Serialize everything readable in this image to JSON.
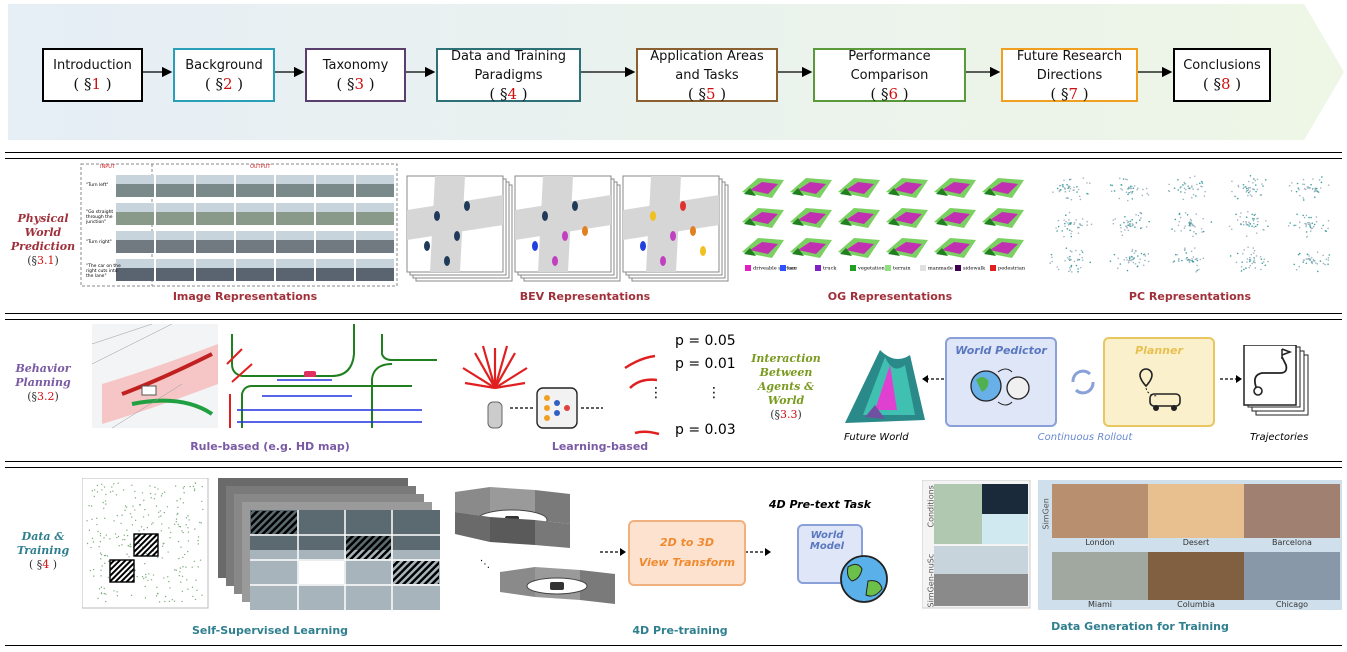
{
  "flow": [
    {
      "title": "Introduction",
      "num": "1",
      "color": "#000000",
      "fill": "#ffffff"
    },
    {
      "title": "Background",
      "num": "2",
      "color": "#2aa0b8",
      "fill": "#ffffff"
    },
    {
      "title": "Taxonomy",
      "num": "3",
      "color": "#5a3e6e",
      "fill": "#ffffff"
    },
    {
      "title": "Data and Training Paradigms",
      "num": "4",
      "color": "#2e7078",
      "fill": "#ffffff"
    },
    {
      "title": "Application Areas and Tasks",
      "num": "5",
      "color": "#8a6030",
      "fill": "#ffffff"
    },
    {
      "title": "Performance Comparison",
      "num": "6",
      "color": "#5a9a3a",
      "fill": "#ffffff"
    },
    {
      "title": "Future Research Directions",
      "num": "7",
      "color": "#f0a020",
      "fill": "#ffffff"
    },
    {
      "title": "Conclusions",
      "num": "8",
      "color": "#000000",
      "fill": "#ffffff"
    }
  ],
  "section_prefix": "§",
  "rows": {
    "physical": {
      "label_lines": [
        "Physical",
        "World",
        "Prediction"
      ],
      "ref": "3.1",
      "color": "#a0303a"
    },
    "behavior": {
      "label_lines": [
        "Behavior",
        "Planning"
      ],
      "ref": "3.2",
      "color": "#7a5aa5"
    },
    "data": {
      "label_lines": [
        "Data &",
        "Training"
      ],
      "ref": "4",
      "color": "#2f7f8f"
    }
  },
  "captions": {
    "image_rep": "Image Representations",
    "bev_rep": "BEV Representations",
    "og_rep": "OG Representations",
    "pc_rep": "PC Representations",
    "rule_based": "Rule-based (e.g. HD map)",
    "learning_based": "Learning-based",
    "ssl": "Self-Supervised Learning",
    "pretrain4d": "4D Pre-training",
    "datagen": "Data Generation for Training"
  },
  "image_rep_panel": {
    "input": "INPUT",
    "output": "OUTPUT",
    "prompts": [
      "\"Turn left\"",
      "\"Go straight through the junction\"",
      "\"Turn right\"",
      "\"The car on the right cuts into the lane\""
    ]
  },
  "og_legend": [
    {
      "label": "driveable surface",
      "color": "#e020c0"
    },
    {
      "label": "car",
      "color": "#3050ff"
    },
    {
      "label": "truck",
      "color": "#8020c0"
    },
    {
      "label": "vegetation",
      "color": "#20a020"
    },
    {
      "label": "terrain",
      "color": "#90e080"
    },
    {
      "label": "manmade",
      "color": "#e0e0e0"
    },
    {
      "label": "sidewalk",
      "color": "#400050"
    },
    {
      "label": "pedestrian",
      "color": "#e02020"
    }
  ],
  "probabilities": [
    "p = 0.05",
    "p = 0.01",
    "p = 0.03"
  ],
  "ellipsis": "⋮",
  "interaction": {
    "lines": [
      "Interaction",
      "Between",
      "Agents &",
      "World"
    ],
    "ref": "3.3",
    "color": "#7a9a20"
  },
  "future_world": "Future World",
  "world_predictor": "World Pedictor",
  "planner": "Planner",
  "continuous_rollout": "Continuous Rollout",
  "trajectories": "Trajectories",
  "pretext_title": "4D Pre-text Task",
  "view_transform": [
    "2D to 3D",
    "View Transform"
  ],
  "world_model": [
    "World",
    "Model"
  ],
  "simgen": {
    "conditions": "Conditions",
    "simgen_nusc": "SimGen-nuSc",
    "simgen": "SimGen",
    "cities": [
      "London",
      "Desert",
      "Barcelona",
      "Miami",
      "Columbia",
      "Chicago"
    ]
  },
  "colors": {
    "banner_start": "#e6eef6",
    "banner_end": "#eef6ea",
    "red_accent": "#d01010"
  }
}
